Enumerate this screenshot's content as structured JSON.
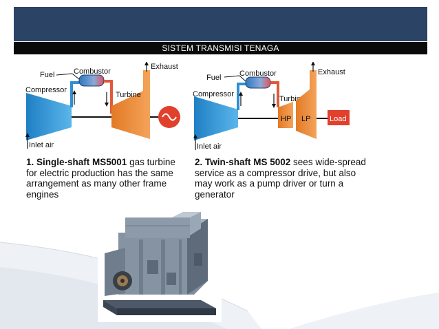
{
  "header": {
    "title": "SISTEM TRANSMISI TENAGA",
    "band_color": "#2b4466"
  },
  "left_diagram": {
    "fuel": "Fuel",
    "combustor": "Combustor",
    "exhaust": "Exhaust",
    "compressor": "Compressor",
    "turbine": "Turbine",
    "inlet_air": "Inlet air",
    "generator_symbol": "generator-icon"
  },
  "right_diagram": {
    "fuel": "Fuel",
    "combustor": "Combustor",
    "exhaust": "Exhaust",
    "compressor": "Compressor",
    "turbines": "Turbines",
    "hp": "HP",
    "lp": "LP",
    "load": "Load",
    "inlet_air": "Inlet air"
  },
  "captions": {
    "left_bold": "1. Single-shaft MS5001",
    "left_text": " gas turbine for electric production has the same arrangement as many other frame engines",
    "right_bold": "2. Twin-shaft MS 5002",
    "right_text": " sees wide-spread service as a compressor drive, but also may work as a pump driver or turn a generator"
  },
  "colors": {
    "compressor_blue": "#2f97d6",
    "turbine_orange": "#ee8a36",
    "load_red": "#e0402c",
    "combustor_blue": "#3a7fc2"
  }
}
